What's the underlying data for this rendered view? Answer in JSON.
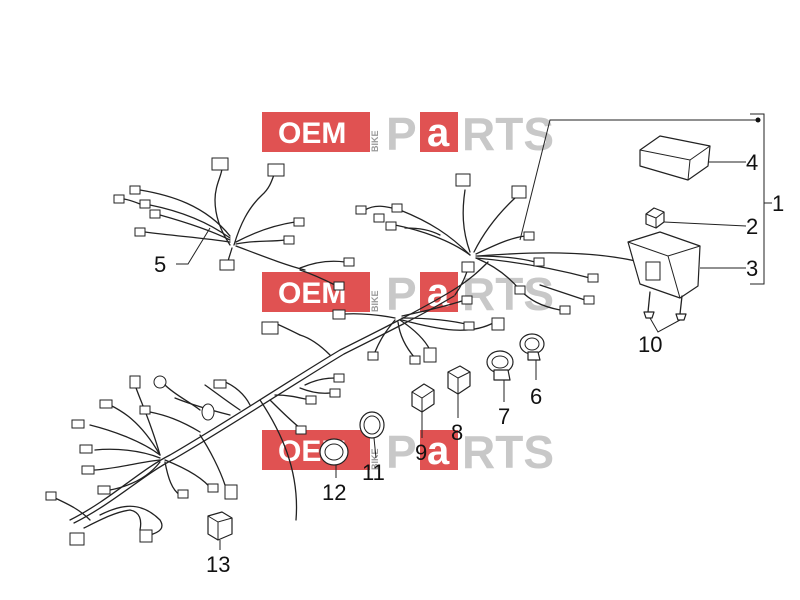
{
  "watermark": {
    "oem": "OEM",
    "bike": "BIKE",
    "p": "P",
    "a": "a",
    "rts": "RTS",
    "colors": {
      "red": "#e05252",
      "gray": "#c8c8c8"
    }
  },
  "callouts": [
    {
      "id": "1",
      "label": "1"
    },
    {
      "id": "2",
      "label": "2"
    },
    {
      "id": "3",
      "label": "3"
    },
    {
      "id": "4",
      "label": "4"
    },
    {
      "id": "5",
      "label": "5"
    },
    {
      "id": "6",
      "label": "6"
    },
    {
      "id": "7",
      "label": "7"
    },
    {
      "id": "8",
      "label": "8"
    },
    {
      "id": "9",
      "label": "9"
    },
    {
      "id": "10",
      "label": "10"
    },
    {
      "id": "11",
      "label": "11"
    },
    {
      "id": "12",
      "label": "12"
    },
    {
      "id": "13",
      "label": "13"
    }
  ]
}
